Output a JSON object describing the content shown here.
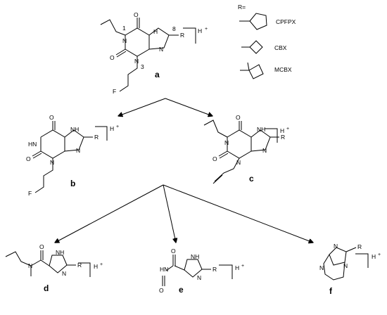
{
  "r_legend": {
    "header": "R=",
    "substituents": [
      {
        "name": "CPFPX",
        "ring": "cyclopentyl"
      },
      {
        "name": "CBX",
        "ring": "cyclobutyl"
      },
      {
        "name": "MCBX",
        "ring": "1-methylcyclobutyl"
      }
    ]
  },
  "compounds": [
    {
      "id": "a",
      "charge": "H",
      "charge_sup": "+"
    },
    {
      "id": "b",
      "charge": "H",
      "charge_sup": "+"
    },
    {
      "id": "c",
      "charge": "H",
      "charge_sup": "+"
    },
    {
      "id": "d",
      "charge": "H",
      "charge_sup": "+"
    },
    {
      "id": "e",
      "charge": "H",
      "charge_sup": "+"
    },
    {
      "id": "f",
      "charge": "H",
      "charge_sup": "+"
    }
  ],
  "atoms": {
    "O": "O",
    "N": "N",
    "NH": "NH",
    "HN": "HN",
    "H": "H",
    "R": "R",
    "F": "F"
  },
  "position_numbers": {
    "n1": "1",
    "n3": "3",
    "n8": "8"
  }
}
